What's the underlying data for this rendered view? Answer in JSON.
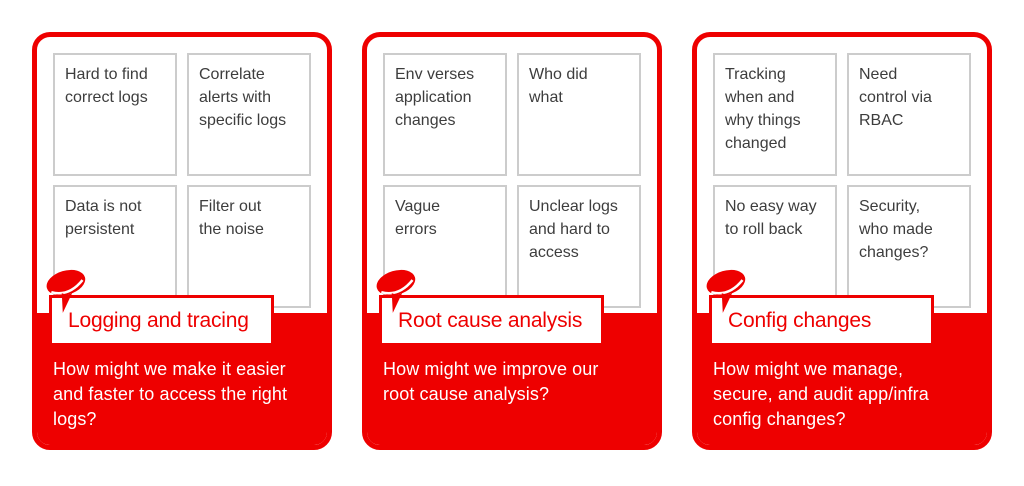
{
  "colors": {
    "brand_red": "#ee0000",
    "note_border": "#cccccc",
    "note_text": "#3d3d3d",
    "question_text": "#ffffff",
    "page_background": "#ffffff"
  },
  "icons": {
    "pin": "pushpin-icon"
  },
  "cards": [
    {
      "label": "Logging and tracing",
      "question": "How might we make it easier\nand faster to access the right\nlogs?",
      "notes": [
        "Hard to find\ncorrect logs",
        "Correlate\nalerts with\nspecific logs",
        "Data is not\npersistent",
        "Filter out\nthe noise"
      ]
    },
    {
      "label": "Root cause analysis",
      "question": "How might we improve our\nroot cause analysis?",
      "notes": [
        "Env verses\napplication\nchanges",
        "Who did\nwhat",
        "Vague\nerrors",
        "Unclear logs\nand hard to\naccess"
      ]
    },
    {
      "label": "Config changes",
      "question": "How might we manage,\nsecure, and audit app/infra\nconfig changes?",
      "notes": [
        "Tracking\nwhen and\nwhy things\nchanged",
        "Need\ncontrol via\nRBAC",
        "No easy way\nto roll back",
        "Security,\nwho made\nchanges?"
      ]
    }
  ]
}
